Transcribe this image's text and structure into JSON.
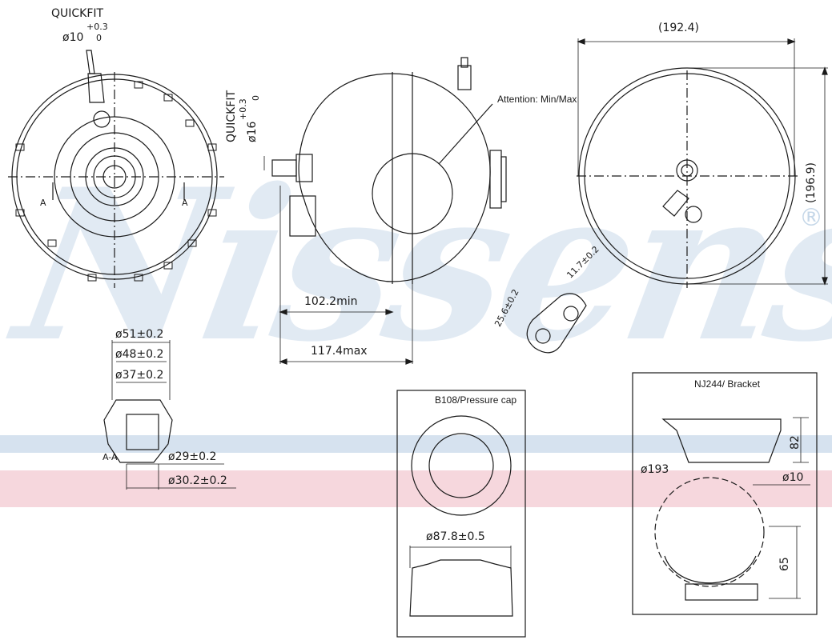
{
  "watermark": {
    "brand": "Nissens",
    "registered_mark": "®"
  },
  "top_left_view": {
    "quickfit_label": "QUICKFIT",
    "diameter_label": "ø10",
    "tol_upper": "+0.3",
    "tol_lower": "0",
    "section_mark_left": "A",
    "section_mark_right": "A"
  },
  "side_view": {
    "quickfit_label": "QUICKFIT",
    "diameter_label": "ø16",
    "tol_upper": "+0.3",
    "tol_lower": "0",
    "attention_label": "Attention: Min/Max",
    "dim_min": "102.2min",
    "dim_max": "117.4max"
  },
  "right_view": {
    "dim_width": "(192.4)",
    "dim_height": "(196.9)"
  },
  "connector_detail": {
    "dim_a": "25.6±0.2",
    "dim_b": "11.7±0.2"
  },
  "section_detail": {
    "d51": "ø51±0.2",
    "d48": "ø48±0.2",
    "d37": "ø37±0.2",
    "section_label": "A-A",
    "d29": "ø29±0.2",
    "d30": "ø30.2±0.2"
  },
  "pressure_cap": {
    "title": "B108/Pressure cap",
    "diameter": "ø87.8±0.5"
  },
  "bracket": {
    "title": "NJ244/ Bracket",
    "d193": "ø193",
    "d10": "ø10",
    "h82": "82",
    "h65": "65"
  },
  "colors": {
    "line": "#1a1a1a",
    "watermark": "#5a8cbe",
    "band_blue": "#c8d8ea",
    "band_red": "#f3c9d2"
  }
}
